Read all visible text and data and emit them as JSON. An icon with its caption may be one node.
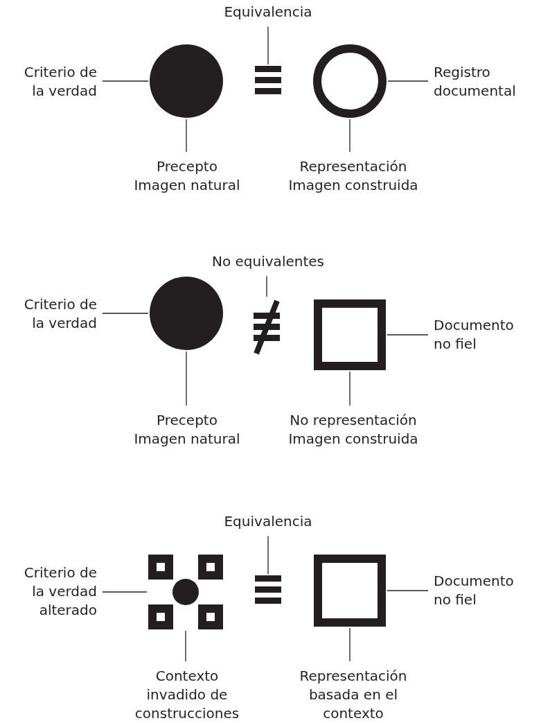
{
  "diagram": {
    "nodes": [
      {
        "text": [
          "Criterio de la verdad"
        ]
      },
      {
        "text": [],
        "shape": "circle"
      },
      {
        "text": [
          "Equivalencia"
        ]
      },
      {
        "text": [],
        "shape": "picture"
      },
      {
        "text": [],
        "shape": "circle"
      },
      {
        "text": [
          "Registro documental"
        ]
      },
      {
        "text": [
          "Precepto",
          "Imagen natural"
        ]
      },
      {
        "text": [
          "Representación",
          "Imagen construida"
        ]
      },
      {
        "text": [
          "Criterio de la verdad"
        ]
      },
      {
        "text": [],
        "shape": "circle"
      },
      {
        "text": [
          "No equivalentes"
        ]
      },
      {
        "text": [],
        "shape": "picture"
      },
      {
        "text": [],
        "shape": "box"
      },
      {
        "text": [
          "Documento no fiel"
        ]
      },
      {
        "text": [
          "Precepto",
          "Imagen natural"
        ]
      },
      {
        "text": [
          "No representación",
          "Imagen construida"
        ]
      },
      {
        "text": [
          "Criterio de la verdad alterado"
        ]
      },
      {
        "text": [],
        "shape": "picture"
      },
      {
        "text": [
          "Equivalencia"
        ]
      },
      {
        "text": [],
        "shape": "picture"
      },
      {
        "text": [],
        "shape": "box"
      },
      {
        "text": [
          "Documento no fiel"
        ]
      },
      {
        "text": [
          "Contexto invadido de construcciones"
        ]
      },
      {
        "text": [
          "Representación basada en el contexto"
        ]
      }
    ],
    "edges": [
      {
        "from": 0,
        "to": 1,
        "arrow": "none"
      },
      {
        "from": 2,
        "to": 3,
        "arrow": "none"
      },
      {
        "from": 5,
        "to": 4,
        "arrow": "none"
      },
      {
        "from": 6,
        "to": 1,
        "arrow": "none"
      },
      {
        "from": 7,
        "to": 4,
        "arrow": "none"
      },
      {
        "from": 8,
        "to": 9,
        "arrow": "none"
      },
      {
        "from": 10,
        "to": 11,
        "arrow": "none"
      },
      {
        "from": 13,
        "to": 12,
        "arrow": "none"
      },
      {
        "from": 14,
        "to": 9,
        "arrow": "none"
      },
      {
        "from": 15,
        "to": 12,
        "arrow": "none"
      },
      {
        "from": 16,
        "to": 17,
        "arrow": "none"
      },
      {
        "from": 18,
        "to": 19,
        "arrow": "none"
      },
      {
        "from": 21,
        "to": 20,
        "arrow": "none"
      },
      {
        "from": 22,
        "to": 17,
        "arrow": "none"
      },
      {
        "from": 23,
        "to": 20,
        "arrow": "none"
      }
    ]
  }
}
